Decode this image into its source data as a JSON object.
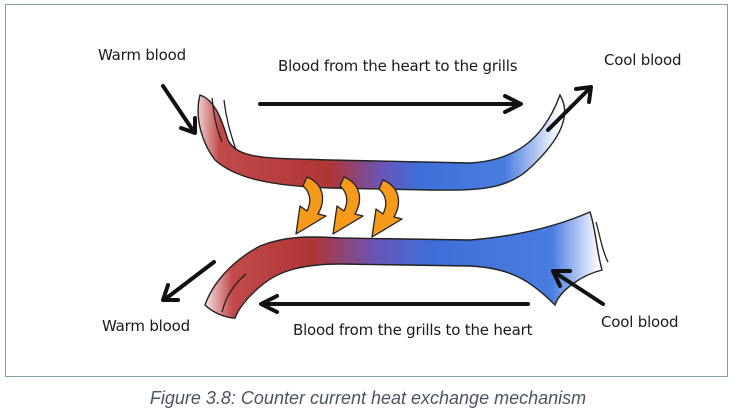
{
  "labels": {
    "warm_top": "Warm blood",
    "cool_top": "Cool blood",
    "warm_bottom": "Warm blood",
    "cool_bottom": "Cool blood",
    "top_flow": "Blood from the heart to the grills",
    "bottom_flow": "Blood from the grills to the heart"
  },
  "caption": "Figure 3.8: Counter current heat exchange mechanism",
  "colors": {
    "warm": "#b23a3a",
    "cool": "#3f73d8",
    "heat_arrow": "#f59a1b",
    "frame": "#7aa5b0",
    "caption": "#4b5563"
  }
}
